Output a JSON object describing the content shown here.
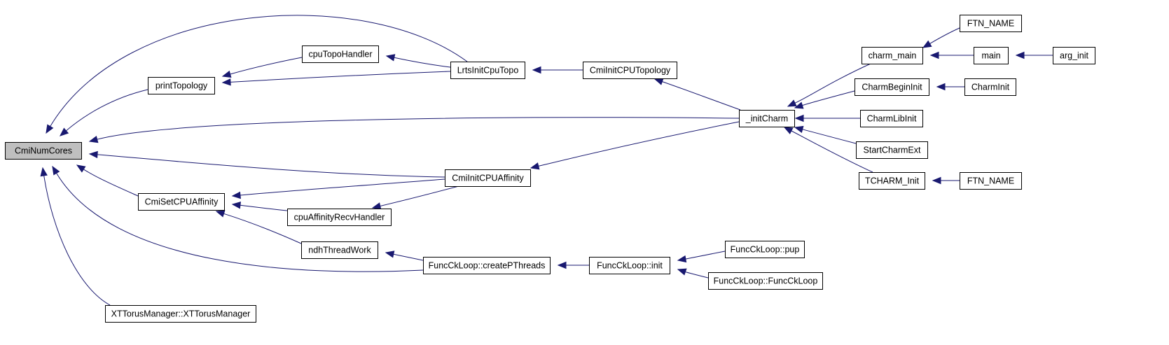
{
  "graph": {
    "type": "caller-graph",
    "colors": {
      "edge": "#191970",
      "root_fill": "#bfbfbf",
      "node_fill": "#ffffff",
      "node_border": "#000000"
    },
    "nodes": [
      {
        "id": "cmiNumCores",
        "label": "CmiNumCores",
        "root": true
      },
      {
        "id": "printTopology",
        "label": "printTopology"
      },
      {
        "id": "cpuTopoHandler",
        "label": "cpuTopoHandler"
      },
      {
        "id": "lrtsInitCpuTopo",
        "label": "LrtsInitCpuTopo"
      },
      {
        "id": "cmiInitCPUTopology",
        "label": "CmiInitCPUTopology"
      },
      {
        "id": "initCharm",
        "label": "_initCharm"
      },
      {
        "id": "charmMain",
        "label": "charm_main"
      },
      {
        "id": "ftnName1",
        "label": "FTN_NAME"
      },
      {
        "id": "main",
        "label": "main"
      },
      {
        "id": "argInit",
        "label": "arg_init"
      },
      {
        "id": "charmBeginInit",
        "label": "CharmBeginInit"
      },
      {
        "id": "charmInit",
        "label": "CharmInit"
      },
      {
        "id": "charmLibInit",
        "label": "CharmLibInit"
      },
      {
        "id": "startCharmExt",
        "label": "StartCharmExt"
      },
      {
        "id": "tcharmInit",
        "label": "TCHARM_Init"
      },
      {
        "id": "ftnName2",
        "label": "FTN_NAME"
      },
      {
        "id": "cmiInitCPUAffinity",
        "label": "CmiInitCPUAffinity"
      },
      {
        "id": "cmiSetCPUAffinity",
        "label": "CmiSetCPUAffinity"
      },
      {
        "id": "cpuAffinityRecvHandler",
        "label": "cpuAffinityRecvHandler"
      },
      {
        "id": "ndhThreadWork",
        "label": "ndhThreadWork"
      },
      {
        "id": "createPThreads",
        "label": "FuncCkLoop::createPThreads"
      },
      {
        "id": "funcInit",
        "label": "FuncCkLoop::init"
      },
      {
        "id": "funcPup",
        "label": "FuncCkLoop::pup"
      },
      {
        "id": "funcCtor",
        "label": "FuncCkLoop::FuncCkLoop"
      },
      {
        "id": "xtTorus",
        "label": "XTTorusManager::XTTorusManager"
      }
    ],
    "edges": [
      {
        "from": "lrtsInitCpuTopo",
        "to": "cmiNumCores"
      },
      {
        "from": "printTopology",
        "to": "cmiNumCores"
      },
      {
        "from": "initCharm",
        "to": "cmiNumCores"
      },
      {
        "from": "cmiInitCPUAffinity",
        "to": "cmiNumCores"
      },
      {
        "from": "cmiSetCPUAffinity",
        "to": "cmiNumCores"
      },
      {
        "from": "createPThreads",
        "to": "cmiNumCores"
      },
      {
        "from": "xtTorus",
        "to": "cmiNumCores"
      },
      {
        "from": "cpuTopoHandler",
        "to": "printTopology"
      },
      {
        "from": "lrtsInitCpuTopo",
        "to": "printTopology"
      },
      {
        "from": "lrtsInitCpuTopo",
        "to": "cpuTopoHandler"
      },
      {
        "from": "cmiInitCPUTopology",
        "to": "lrtsInitCpuTopo"
      },
      {
        "from": "initCharm",
        "to": "cmiInitCPUTopology"
      },
      {
        "from": "charmMain",
        "to": "initCharm"
      },
      {
        "from": "charmBeginInit",
        "to": "initCharm"
      },
      {
        "from": "charmLibInit",
        "to": "initCharm"
      },
      {
        "from": "startCharmExt",
        "to": "initCharm"
      },
      {
        "from": "tcharmInit",
        "to": "initCharm"
      },
      {
        "from": "ftnName1",
        "to": "charmMain"
      },
      {
        "from": "main",
        "to": "charmMain"
      },
      {
        "from": "argInit",
        "to": "main"
      },
      {
        "from": "charmInit",
        "to": "charmBeginInit"
      },
      {
        "from": "ftnName2",
        "to": "tcharmInit"
      },
      {
        "from": "initCharm",
        "to": "cmiInitCPUAffinity"
      },
      {
        "from": "cmiInitCPUAffinity",
        "to": "cmiSetCPUAffinity"
      },
      {
        "from": "cpuAffinityRecvHandler",
        "to": "cmiSetCPUAffinity"
      },
      {
        "from": "ndhThreadWork",
        "to": "cmiSetCPUAffinity"
      },
      {
        "from": "cmiInitCPUAffinity",
        "to": "cpuAffinityRecvHandler"
      },
      {
        "from": "createPThreads",
        "to": "ndhThreadWork"
      },
      {
        "from": "funcInit",
        "to": "createPThreads"
      },
      {
        "from": "funcPup",
        "to": "funcInit"
      },
      {
        "from": "funcCtor",
        "to": "funcInit"
      }
    ]
  }
}
